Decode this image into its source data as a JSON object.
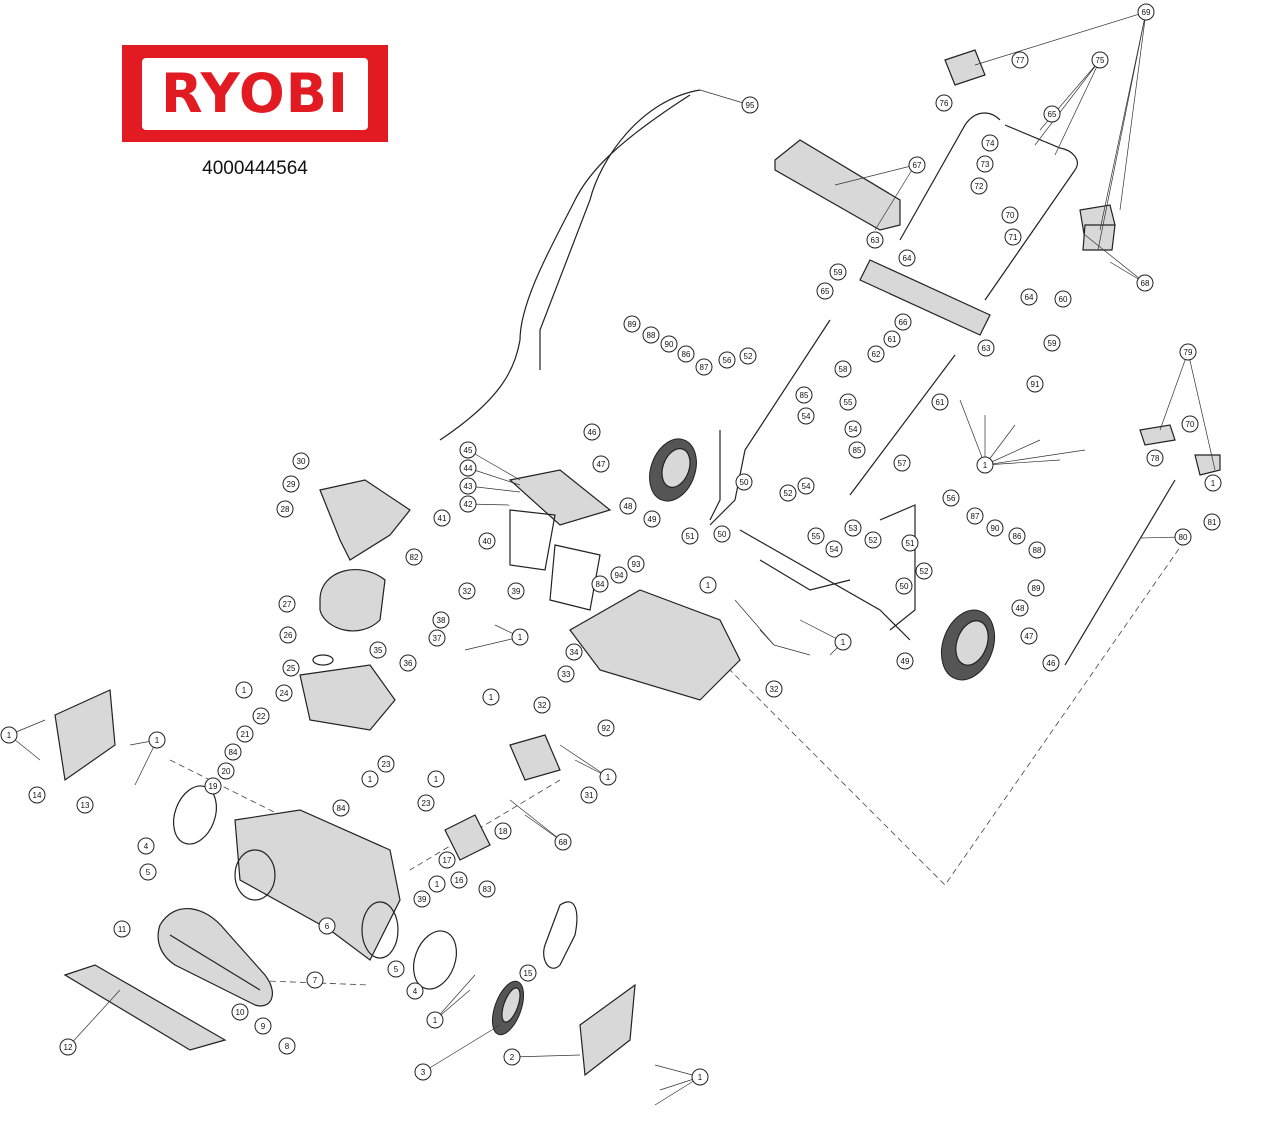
{
  "brand": {
    "logo_text": "RYOBI",
    "logo_color": "#e21b22"
  },
  "model_number": "4000444564",
  "callouts": [
    {
      "id": "c69",
      "label": "69"
    },
    {
      "id": "c77",
      "label": "77"
    },
    {
      "id": "c75",
      "label": "75"
    },
    {
      "id": "c76",
      "label": "76"
    },
    {
      "id": "c65",
      "label": "65"
    },
    {
      "id": "c74",
      "label": "74"
    },
    {
      "id": "c73",
      "label": "73"
    },
    {
      "id": "c72",
      "label": "72"
    },
    {
      "id": "c70a",
      "label": "70"
    },
    {
      "id": "c71",
      "label": "71"
    },
    {
      "id": "c67",
      "label": "67"
    },
    {
      "id": "c63a",
      "label": "63"
    },
    {
      "id": "c64a",
      "label": "64"
    },
    {
      "id": "c59a",
      "label": "59"
    },
    {
      "id": "c68a",
      "label": "68"
    },
    {
      "id": "c95",
      "label": "95"
    },
    {
      "id": "c65b",
      "label": "65"
    },
    {
      "id": "c64b",
      "label": "64"
    },
    {
      "id": "c60",
      "label": "60"
    },
    {
      "id": "c66",
      "label": "66"
    },
    {
      "id": "c61a",
      "label": "61"
    },
    {
      "id": "c62",
      "label": "62"
    },
    {
      "id": "c63b",
      "label": "63"
    },
    {
      "id": "c59b",
      "label": "59"
    },
    {
      "id": "c91",
      "label": "91"
    },
    {
      "id": "c61b",
      "label": "61"
    },
    {
      "id": "c89a",
      "label": "89"
    },
    {
      "id": "c88a",
      "label": "88"
    },
    {
      "id": "c90a",
      "label": "90"
    },
    {
      "id": "c86a",
      "label": "86"
    },
    {
      "id": "c87a",
      "label": "87"
    },
    {
      "id": "c56a",
      "label": "56"
    },
    {
      "id": "c52a",
      "label": "52"
    },
    {
      "id": "c58",
      "label": "58"
    },
    {
      "id": "c85a",
      "label": "85"
    },
    {
      "id": "c54a",
      "label": "54"
    },
    {
      "id": "c55a",
      "label": "55"
    },
    {
      "id": "c54b",
      "label": "54"
    },
    {
      "id": "c85b",
      "label": "85"
    },
    {
      "id": "c57",
      "label": "57"
    },
    {
      "id": "c1a",
      "label": "1"
    },
    {
      "id": "c79",
      "label": "79"
    },
    {
      "id": "c70b",
      "label": "70"
    },
    {
      "id": "c78",
      "label": "78"
    },
    {
      "id": "c1b",
      "label": "1"
    },
    {
      "id": "c81",
      "label": "81"
    },
    {
      "id": "c80",
      "label": "80"
    },
    {
      "id": "c46a",
      "label": "46"
    },
    {
      "id": "c47a",
      "label": "47"
    },
    {
      "id": "c48a",
      "label": "48"
    },
    {
      "id": "c49a",
      "label": "49"
    },
    {
      "id": "c50a",
      "label": "50"
    },
    {
      "id": "c52b",
      "label": "52"
    },
    {
      "id": "c51a",
      "label": "51"
    },
    {
      "id": "c54c",
      "label": "54"
    },
    {
      "id": "c55b",
      "label": "55"
    },
    {
      "id": "c54d",
      "label": "54"
    },
    {
      "id": "c53",
      "label": "53"
    },
    {
      "id": "c52c",
      "label": "52"
    },
    {
      "id": "c51b",
      "label": "51"
    },
    {
      "id": "c56b",
      "label": "56"
    },
    {
      "id": "c87b",
      "label": "87"
    },
    {
      "id": "c90b",
      "label": "90"
    },
    {
      "id": "c86b",
      "label": "86"
    },
    {
      "id": "c88b",
      "label": "88"
    },
    {
      "id": "c89b",
      "label": "89"
    },
    {
      "id": "c52d",
      "label": "52"
    },
    {
      "id": "c50b",
      "label": "50"
    },
    {
      "id": "c50c",
      "label": "50"
    },
    {
      "id": "c1c",
      "label": "1"
    },
    {
      "id": "c48b",
      "label": "48"
    },
    {
      "id": "c47b",
      "label": "47"
    },
    {
      "id": "c46b",
      "label": "46"
    },
    {
      "id": "c49b",
      "label": "49"
    },
    {
      "id": "c1d",
      "label": "1"
    },
    {
      "id": "c32a",
      "label": "32"
    },
    {
      "id": "c45",
      "label": "45"
    },
    {
      "id": "c44",
      "label": "44"
    },
    {
      "id": "c43",
      "label": "43"
    },
    {
      "id": "c42",
      "label": "42"
    },
    {
      "id": "c41",
      "label": "41"
    },
    {
      "id": "c40",
      "label": "40"
    },
    {
      "id": "c39a",
      "label": "39"
    },
    {
      "id": "c32b",
      "label": "32"
    },
    {
      "id": "c93",
      "label": "93"
    },
    {
      "id": "c94",
      "label": "94"
    },
    {
      "id": "c84a",
      "label": "84"
    },
    {
      "id": "c30",
      "label": "30"
    },
    {
      "id": "c29",
      "label": "29"
    },
    {
      "id": "c28",
      "label": "28"
    },
    {
      "id": "c82",
      "label": "82"
    },
    {
      "id": "c27",
      "label": "27"
    },
    {
      "id": "c26",
      "label": "26"
    },
    {
      "id": "c25",
      "label": "25"
    },
    {
      "id": "c38",
      "label": "38"
    },
    {
      "id": "c37",
      "label": "37"
    },
    {
      "id": "c1e",
      "label": "1"
    },
    {
      "id": "c35",
      "label": "35"
    },
    {
      "id": "c36",
      "label": "36"
    },
    {
      "id": "c1f",
      "label": "1"
    },
    {
      "id": "c34",
      "label": "34"
    },
    {
      "id": "c33",
      "label": "33"
    },
    {
      "id": "c32c",
      "label": "32"
    },
    {
      "id": "c92",
      "label": "92"
    },
    {
      "id": "c24",
      "label": "24"
    },
    {
      "id": "c1g",
      "label": "1"
    },
    {
      "id": "c22",
      "label": "22"
    },
    {
      "id": "c21",
      "label": "21"
    },
    {
      "id": "c84b",
      "label": "84"
    },
    {
      "id": "c20",
      "label": "20"
    },
    {
      "id": "c19",
      "label": "19"
    },
    {
      "id": "c1h",
      "label": "1"
    },
    {
      "id": "c23a",
      "label": "23"
    },
    {
      "id": "c1i",
      "label": "1"
    },
    {
      "id": "c23b",
      "label": "23"
    },
    {
      "id": "c84c",
      "label": "84"
    },
    {
      "id": "c31",
      "label": "31"
    },
    {
      "id": "c1j",
      "label": "1"
    },
    {
      "id": "c18",
      "label": "18"
    },
    {
      "id": "c68b",
      "label": "68"
    },
    {
      "id": "c17",
      "label": "17"
    },
    {
      "id": "c16",
      "label": "16"
    },
    {
      "id": "c83",
      "label": "83"
    },
    {
      "id": "c1k",
      "label": "1"
    },
    {
      "id": "c39b",
      "label": "39"
    },
    {
      "id": "c1l",
      "label": "1"
    },
    {
      "id": "c14",
      "label": "14"
    },
    {
      "id": "c1m",
      "label": "1"
    },
    {
      "id": "c13",
      "label": "13"
    },
    {
      "id": "c4a",
      "label": "4"
    },
    {
      "id": "c5a",
      "label": "5"
    },
    {
      "id": "c6",
      "label": "6"
    },
    {
      "id": "c11",
      "label": "11"
    },
    {
      "id": "c7",
      "label": "7"
    },
    {
      "id": "c10",
      "label": "10"
    },
    {
      "id": "c9",
      "label": "9"
    },
    {
      "id": "c8",
      "label": "8"
    },
    {
      "id": "c12",
      "label": "12"
    },
    {
      "id": "c5b",
      "label": "5"
    },
    {
      "id": "c4b",
      "label": "4"
    },
    {
      "id": "c15",
      "label": "15"
    },
    {
      "id": "c1n",
      "label": "1"
    },
    {
      "id": "c3",
      "label": "3"
    },
    {
      "id": "c2",
      "label": "2"
    },
    {
      "id": "c1o",
      "label": "1"
    }
  ]
}
